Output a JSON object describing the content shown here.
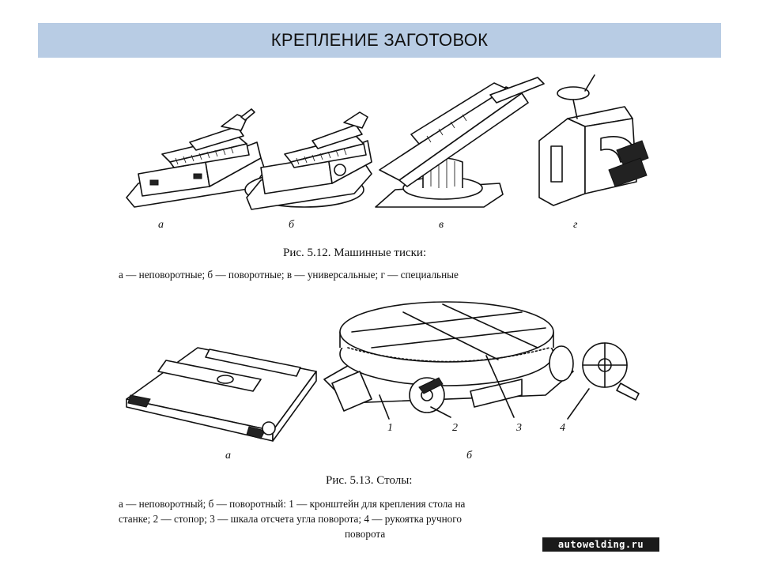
{
  "title": "КРЕПЛЕНИЕ ЗАГОТОВОК",
  "figure1": {
    "labels": [
      "а",
      "б",
      "в",
      "г"
    ],
    "caption_title": "Рис. 5.12. Машинные тиски:",
    "caption_text": "а — неповоротные; б — поворотные; в — универсальные; г — специальные"
  },
  "figure2": {
    "labels": [
      "а",
      "б"
    ],
    "part_numbers": [
      "1",
      "2",
      "3",
      "4"
    ],
    "caption_title": "Рис. 5.13. Столы:",
    "caption_lines": [
      "а — неповоротный; б — поворотный: 1 — кронштейн для крепления стола на",
      "станке; 2 — стопор; 3 — шкала отсчета угла поворота; 4 — рукоятка ручного",
      "поворота"
    ]
  },
  "watermark": "autowelding.ru"
}
